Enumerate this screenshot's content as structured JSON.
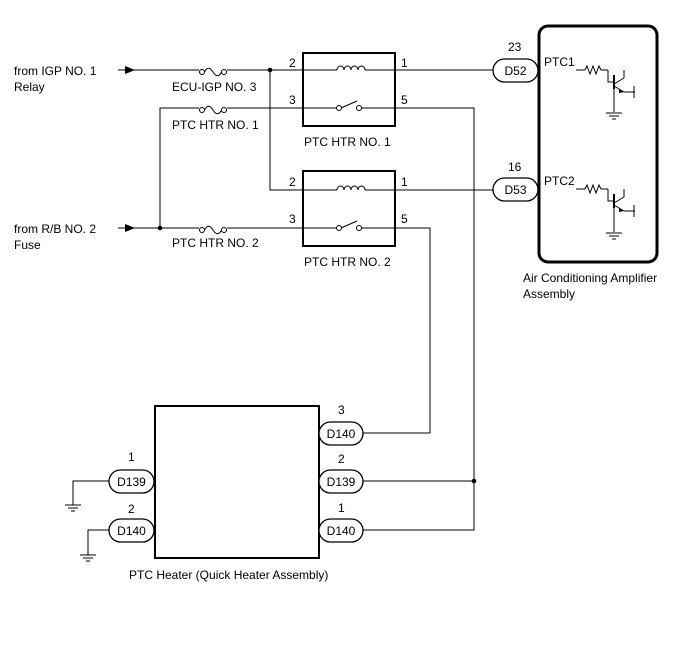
{
  "sources": {
    "igp_line1": "from IGP NO. 1",
    "igp_line2": "Relay",
    "rb_line1": "from R/B NO. 2",
    "rb_line2": "Fuse"
  },
  "fuses": {
    "ecu_igp": "ECU-IGP NO. 3",
    "ptc_htr1": "PTC HTR NO. 1",
    "ptc_htr2": "PTC HTR NO. 2"
  },
  "relays": {
    "relay1": {
      "name": "PTC HTR NO. 1",
      "pin_coil_in": "2",
      "pin_coil_out": "1",
      "pin_sw_in": "3",
      "pin_sw_out": "5"
    },
    "relay2": {
      "name": "PTC HTR NO. 2",
      "pin_coil_in": "2",
      "pin_coil_out": "1",
      "pin_sw_in": "3",
      "pin_sw_out": "5"
    }
  },
  "amplifier": {
    "name_line1": "Air Conditioning Amplifier",
    "name_line2": "Assembly",
    "signal1": "PTC1",
    "signal2": "PTC2",
    "conn1": {
      "label": "D52",
      "pin": "23"
    },
    "conn2": {
      "label": "D53",
      "pin": "16"
    }
  },
  "heater": {
    "name": "PTC Heater (Quick Heater Assembly)",
    "right_conns": [
      {
        "label": "D140",
        "pin": "3"
      },
      {
        "label": "D139",
        "pin": "2"
      },
      {
        "label": "D140",
        "pin": "1"
      }
    ],
    "left_conns": [
      {
        "label": "D139",
        "pin": "1"
      },
      {
        "label": "D140",
        "pin": "2"
      }
    ]
  }
}
